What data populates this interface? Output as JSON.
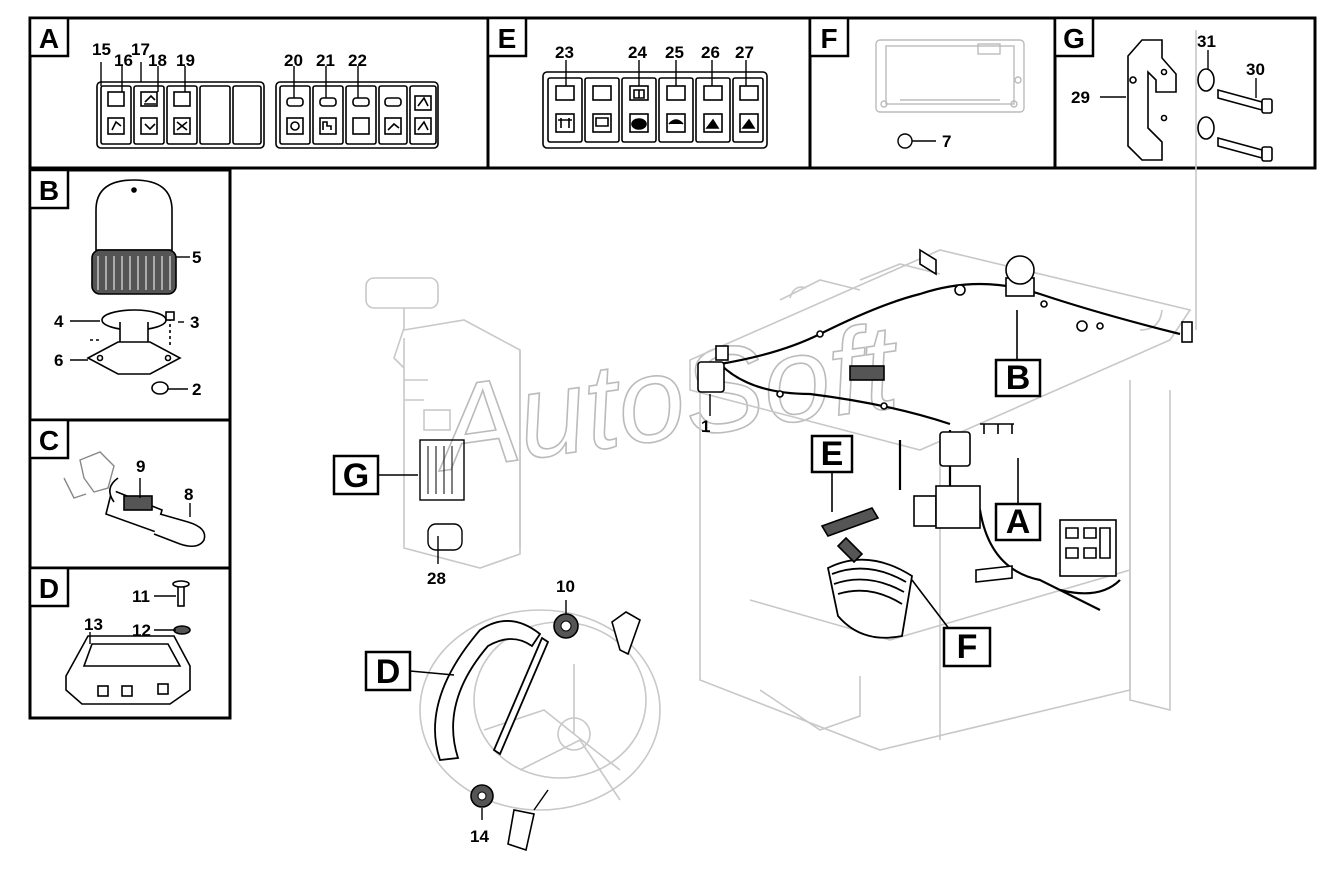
{
  "watermark": "AutoSoft",
  "panels": {
    "A": {
      "letter": "A",
      "labels": [
        "15",
        "16",
        "17",
        "18",
        "19",
        "20",
        "21",
        "22"
      ]
    },
    "E": {
      "letter": "E",
      "labels": [
        "23",
        "24",
        "25",
        "26",
        "27"
      ]
    },
    "F": {
      "letter": "F",
      "labels": [
        "7"
      ]
    },
    "G": {
      "letter": "G",
      "labels": [
        "31",
        "30",
        "29"
      ]
    },
    "B": {
      "letter": "B",
      "labels": [
        "5",
        "4",
        "3",
        "6",
        "2"
      ]
    },
    "C": {
      "letter": "C",
      "labels": [
        "9",
        "8"
      ]
    },
    "D": {
      "letter": "D",
      "labels": [
        "11",
        "13",
        "12"
      ]
    }
  },
  "main": {
    "letters": [
      "B",
      "A",
      "E",
      "F",
      "G",
      "D"
    ],
    "labels": [
      "1",
      "28",
      "10",
      "14"
    ]
  },
  "colors": {
    "line": "#000000",
    "ghost": "#c8c8c8",
    "fill": "#ffffff"
  }
}
